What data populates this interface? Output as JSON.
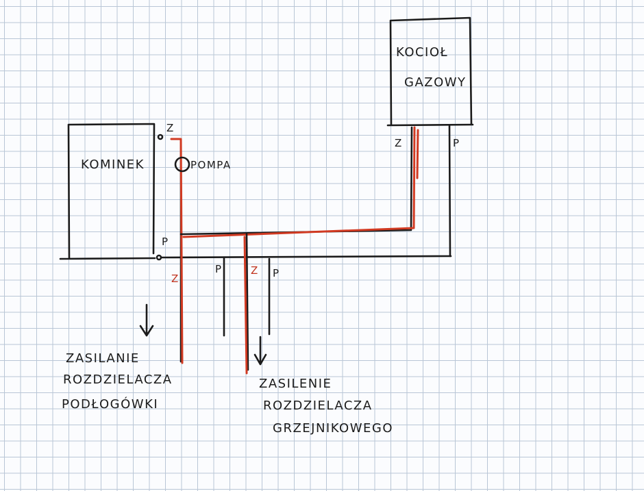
{
  "labels": {
    "kociol_line1": "KOCIOŁ",
    "kociol_line2": "GAZOWY",
    "kominek": "KOMINEK",
    "pompa": "POMPA",
    "z_kominek_top": "Z",
    "p_kominek_bottom": "P",
    "z_kociol": "Z",
    "p_kociol": "P",
    "z_branch1": "Z",
    "p_branch1": "P",
    "z_branch2": "Z",
    "p_branch2": "P",
    "zasil1_line1": "ZASILANIE",
    "zasil1_line2": "ROZDZIELACZA",
    "zasil1_line3": "PODŁOGÓWKI",
    "zasil2_line1": "ZASILENIE",
    "zasil2_line2": "ROZDZIELACZA",
    "zasil2_line3": "GRZEJNIKOWEGO"
  },
  "colors": {
    "ink": "#1b1b1b",
    "supply_pipe": "#d13a22",
    "grid": "#b9c6d6",
    "paper": "#fbfcfe"
  }
}
